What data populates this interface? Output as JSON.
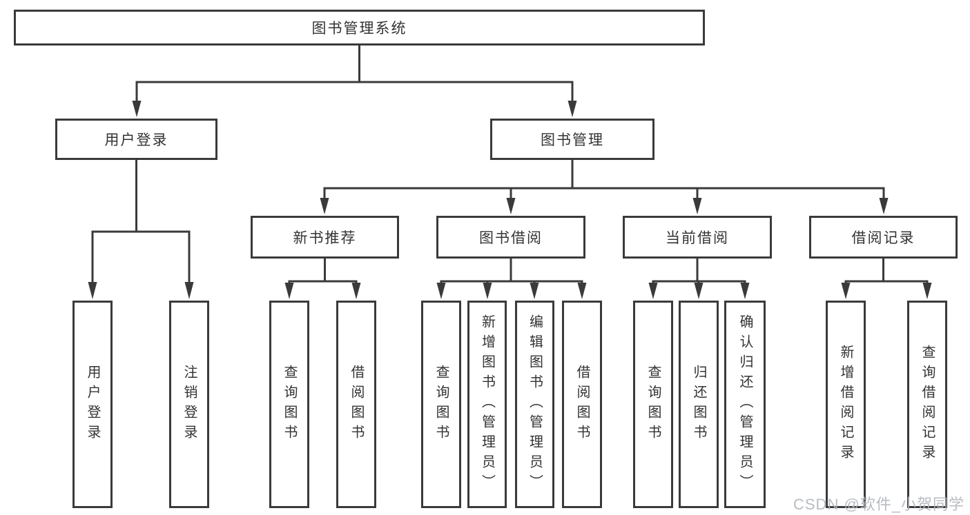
{
  "diagram": {
    "root": "图书管理系统",
    "branches": [
      {
        "label": "用户登录",
        "children": [
          "用户登录",
          "注销登录"
        ]
      },
      {
        "label": "图书管理",
        "groups": [
          {
            "label": "新书推荐",
            "children": [
              "查询图书",
              "借阅图书"
            ]
          },
          {
            "label": "图书借阅",
            "children": [
              "查询图书",
              "新增图书（管理员）",
              "编辑图书（管理员）",
              "借阅图书"
            ]
          },
          {
            "label": "当前借阅",
            "children": [
              "查询图书",
              "归还图书",
              "确认归还（管理员）"
            ]
          },
          {
            "label": "借阅记录",
            "children": [
              "新增借阅记录",
              "查询借阅记录"
            ]
          }
        ]
      }
    ],
    "colors": {
      "line": "#3a3a3a",
      "text": "#333333",
      "box_fill": "#ffffff",
      "watermark": "#b0b5bd"
    }
  },
  "watermark": "CSDN @软件_小贺同学"
}
